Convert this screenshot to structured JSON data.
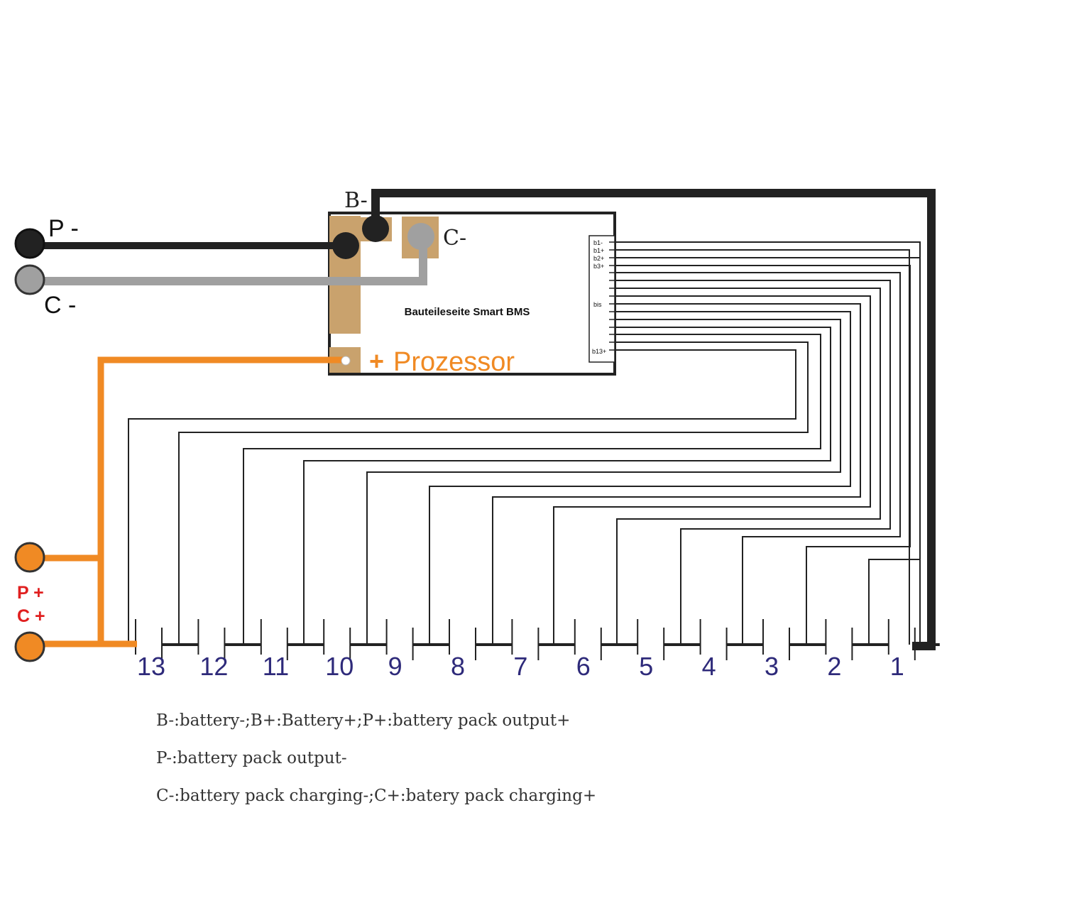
{
  "board": {
    "title": "Bauteileseite Smart BMS",
    "pins": {
      "b1m": "b1-",
      "b1p": "b1+",
      "b2p": "b2+",
      "b3p": "b3+",
      "bis": "bis",
      "b13p": "b13+"
    }
  },
  "labels": {
    "b_minus": "B-",
    "c_minus_pad": "C-",
    "p_minus": "P -",
    "c_minus": "C -",
    "p_plus": "P +",
    "c_plus": "C +",
    "plus_sign": "+",
    "prozessor": "Prozessor"
  },
  "cells": [
    "13",
    "12",
    "11",
    "10",
    "9",
    "8",
    "7",
    "6",
    "5",
    "4",
    "3",
    "2",
    "1"
  ],
  "legend": [
    "B-:battery-;B+:Battery+;P+:battery pack output+",
    "P-:battery pack output-",
    "C-:battery pack charging-;C+:batery pack charging+"
  ],
  "colors": {
    "pad": "#c9a26d",
    "orange": "#f08a24",
    "gray": "#a0a0a0",
    "black": "#222222",
    "cell_label": "#2e2a7a",
    "pc_label": "#e02020"
  }
}
